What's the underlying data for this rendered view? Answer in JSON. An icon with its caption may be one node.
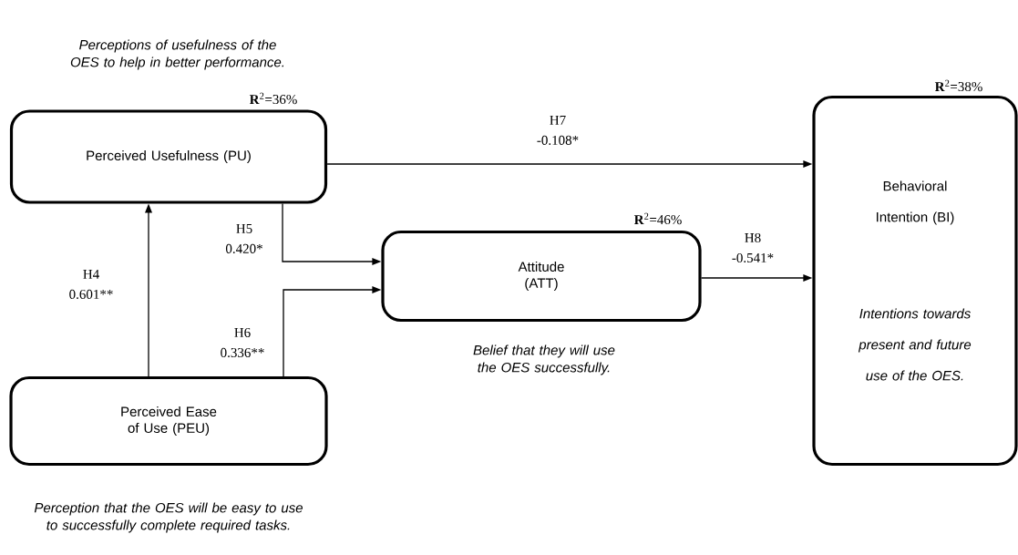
{
  "diagram": {
    "nodes": [
      {
        "text": [
          "Perceived Usefulness (PU)"
        ],
        "beside": [
          "Perceptions of usefulness of the OES to help in better performance.",
          "**R**$^{2}$=36%"
        ]
      },
      {
        "text": [
          "Attitude (ATT)"
        ],
        "beside": [
          "**R**$^{2}$=46%",
          "Belief that they will use the OES successfully."
        ]
      },
      {
        "text": [
          "Perceived Ease of Use (PEU)"
        ],
        "beside": [
          "Perception that the OES will be easy to use to successfully complete required tasks."
        ]
      },
      {
        "text": [
          "Behavioral Intention (BI)",
          "Intentions towards present and future use of the OES."
        ],
        "beside": [
          "**R**$^{2}$=38%"
        ]
      }
    ],
    "edges": [
      {
        "from": 2,
        "to": 0,
        "arrow": "to",
        "label": "H4 0.601**"
      },
      {
        "from": 0,
        "to": 1,
        "arrow": "to",
        "label": "H5 0.420*"
      },
      {
        "from": 2,
        "to": 1,
        "arrow": "to",
        "label": "H6 0.336**"
      },
      {
        "from": 0,
        "to": 3,
        "arrow": "to",
        "label": "H7 -0.108*"
      },
      {
        "from": 1,
        "to": 3,
        "arrow": "to",
        "label": "H8 -0.541*"
      }
    ]
  }
}
